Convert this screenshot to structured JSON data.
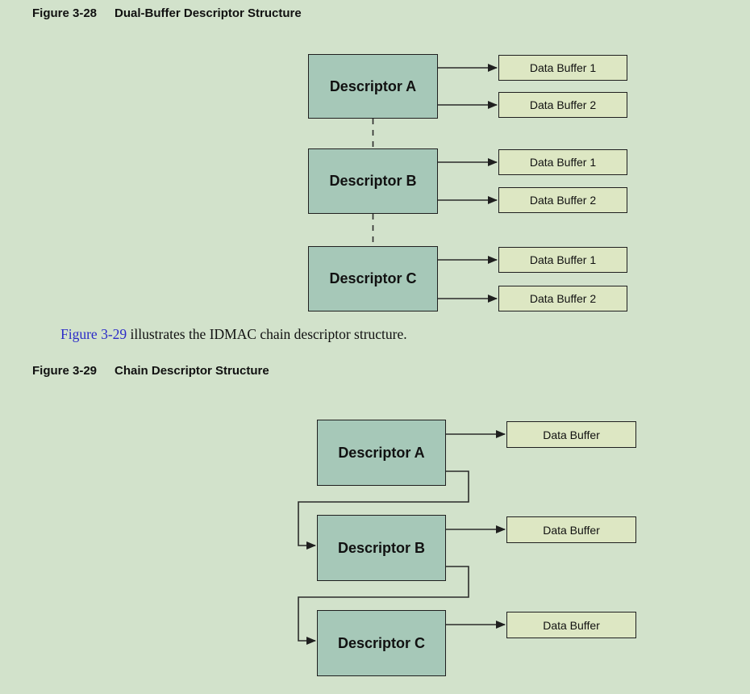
{
  "colors": {
    "page_bg": "#d2e2cb",
    "descriptor_fill": "#a6c8b8",
    "buffer_fill": "#dde7c3",
    "box_border": "#1f1f1f",
    "line": "#2b2b2b",
    "link": "#2b2bc8",
    "text": "#111111"
  },
  "figure_28": {
    "caption_label": "Figure 3-28",
    "caption_title": "Dual-Buffer Descriptor Structure",
    "descriptors": [
      {
        "label": "Descriptor A",
        "buffers": [
          "Data Buffer 1",
          "Data Buffer 2"
        ]
      },
      {
        "label": "Descriptor B",
        "buffers": [
          "Data Buffer 1",
          "Data Buffer 2"
        ]
      },
      {
        "label": "Descriptor C",
        "buffers": [
          "Data Buffer 1",
          "Data Buffer 2"
        ]
      }
    ]
  },
  "body_text": {
    "link": "Figure 3-29",
    "after_link": " illustrates the IDMAC chain descriptor structure."
  },
  "figure_29": {
    "caption_label": "Figure 3-29",
    "caption_title": "Chain Descriptor Structure",
    "descriptors": [
      {
        "label": "Descriptor A",
        "buffer": "Data Buffer"
      },
      {
        "label": "Descriptor B",
        "buffer": "Data Buffer"
      },
      {
        "label": "Descriptor C",
        "buffer": "Data Buffer"
      }
    ]
  }
}
